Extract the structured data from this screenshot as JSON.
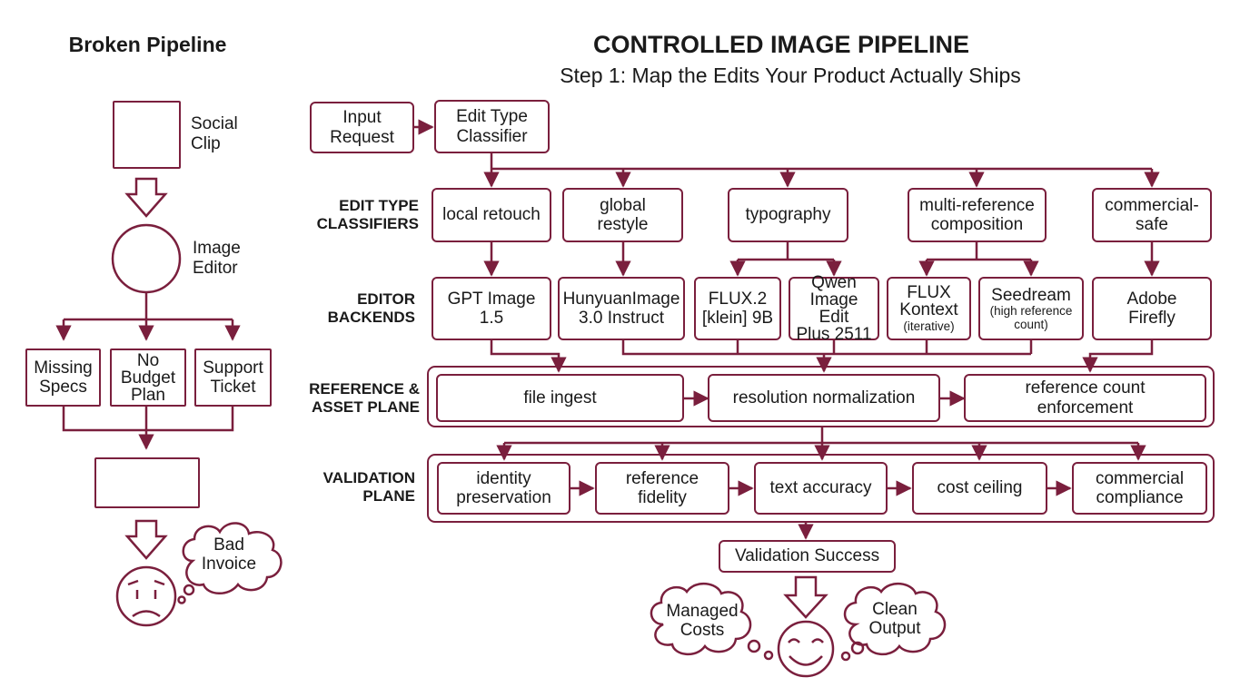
{
  "left": {
    "title": "Broken Pipeline",
    "social_clip": "Social\nClip",
    "image_editor": "Image\nEditor",
    "missing_specs": "Missing\nSpecs",
    "no_budget_plan": "No\nBudget\nPlan",
    "support_ticket": "Support\nTicket",
    "bad_invoice": "Bad\nInvoice"
  },
  "right": {
    "title": "CONTROLLED IMAGE PIPELINE",
    "subtitle": "Step 1: Map the Edits Your Product Actually Ships",
    "input_request": "Input\nRequest",
    "classifier": "Edit Type\nClassifier",
    "row_labels": {
      "classifiers": "EDIT TYPE\nCLASSIFIERS",
      "backends": "EDITOR\nBACKENDS",
      "reference": "REFERENCE &\nASSET PLANE",
      "validation": "VALIDATION\nPLANE"
    },
    "edit_types": [
      "local retouch",
      "global\nrestyle",
      "typography",
      "multi-reference\ncomposition",
      "commercial-\nsafe"
    ],
    "backends": {
      "gpt": "GPT Image\n1.5",
      "hunyuan": "HunyuanImage\n3.0 Instruct",
      "flux2": "FLUX.2\n[klein] 9B",
      "qwen": "Qwen\nImage Edit\nPlus 2511",
      "kontext_name": "FLUX\nKontext",
      "kontext_note": "(iterative)",
      "seedream_name": "Seedream",
      "seedream_note": "(high reference\ncount)",
      "firefly": "Adobe\nFirefly"
    },
    "asset_steps": [
      "file ingest",
      "resolution normalization",
      "reference count\nenforcement"
    ],
    "validation_steps": [
      "identity\npreservation",
      "reference\nfidelity",
      "text accuracy",
      "cost ceiling",
      "commercial\ncompliance"
    ],
    "validation_success": "Validation Success",
    "managed_costs": "Managed\nCosts",
    "clean_output": "Clean\nOutput"
  },
  "colors": {
    "stroke": "#7a1f3d",
    "text": "#1a1a1a",
    "background": "#ffffff"
  }
}
